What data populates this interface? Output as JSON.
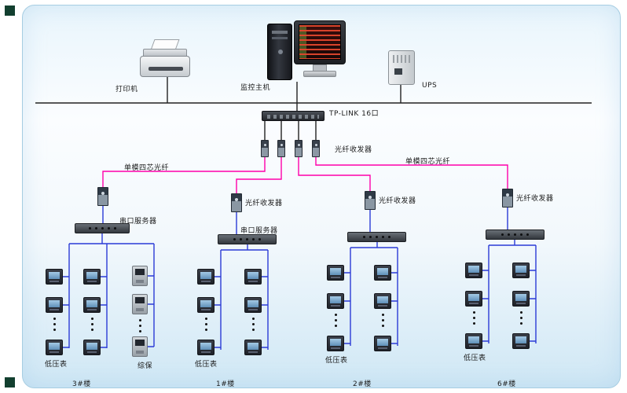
{
  "panel": {
    "printer_label": "打印机",
    "host_label": "监控主机",
    "ups_label": "UPS",
    "switch_label": "TP-LINK 16口",
    "fiber_transceiver_label": "光纤收发器",
    "fiber_left_label": "单模四芯光纤",
    "fiber_right_label": "单模四芯光纤"
  },
  "groups": [
    {
      "server_label": "串口服务器",
      "meter_label": "低压表",
      "relay_label": "综保",
      "building_label": "3#楼"
    },
    {
      "transceiver_label": "光纤收发器",
      "server_label": "串口服务器",
      "meter_label": "低压表",
      "building_label": "1#楼"
    },
    {
      "transceiver_label": "光纤收发器",
      "meter_label": "低压表",
      "building_label": "2#楼"
    },
    {
      "transceiver_label": "光纤收发器",
      "meter_label": "低压表",
      "building_label": "6#楼"
    }
  ],
  "colors": {
    "bus_line": "#222222",
    "fiber_line": "#ff00aa",
    "serial_line": "#2b3bd6"
  }
}
